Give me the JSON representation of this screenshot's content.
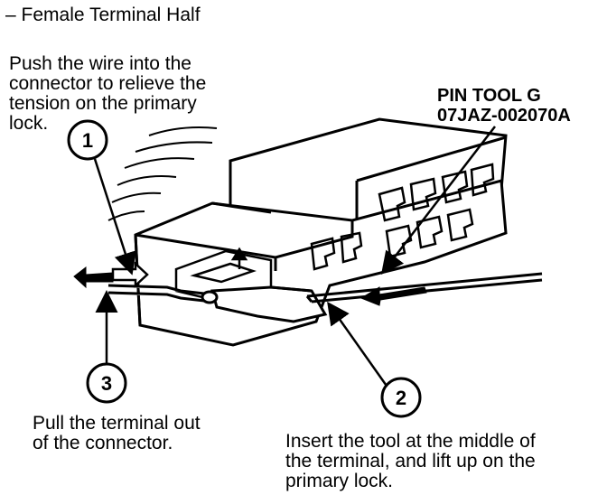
{
  "header": {
    "title": "– Female Terminal Half"
  },
  "tool": {
    "name": "PIN TOOL G",
    "part_number": "07JAZ-002070A"
  },
  "steps": [
    {
      "number": "1",
      "text": "Push the wire into the\nconnector to relieve the\ntension on the primary\nlock."
    },
    {
      "number": "2",
      "text": "Insert the tool at the middle of\nthe terminal, and lift up on the\nprimary lock."
    },
    {
      "number": "3",
      "text": "Pull the terminal out\nof the connector."
    }
  ]
}
